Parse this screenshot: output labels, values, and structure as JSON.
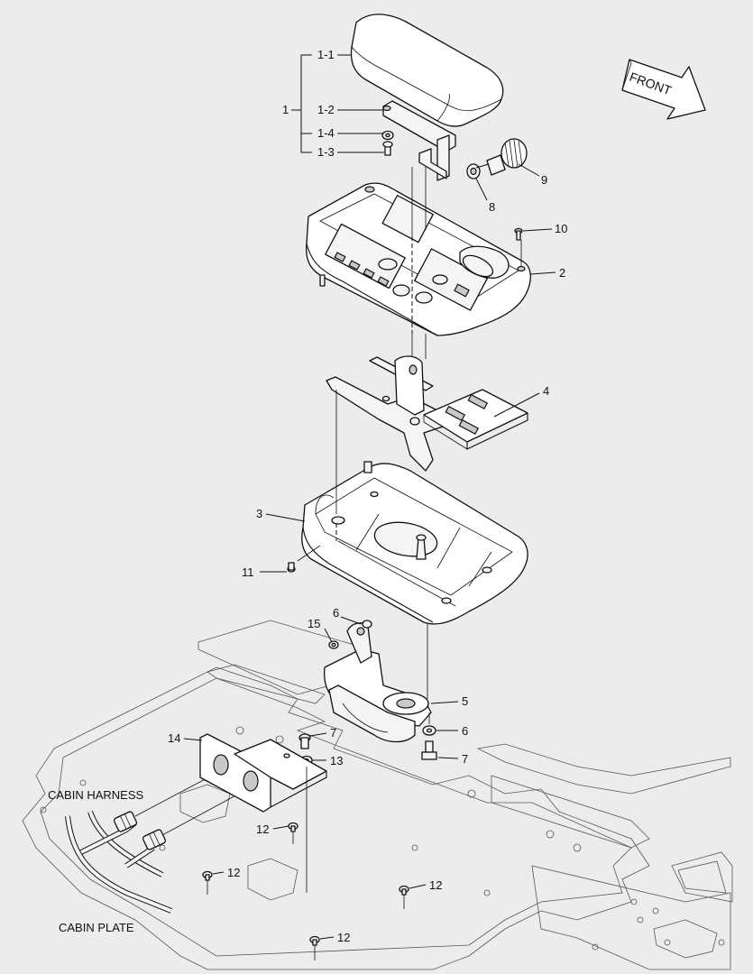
{
  "labels": {
    "front": "FRONT",
    "cabin_harness": "CABIN HARNESS",
    "cabin_plate": "CABIN PLATE",
    "p1": "1",
    "p1_1": "1-1",
    "p1_2": "1-2",
    "p1_3": "1-3",
    "p1_4": "1-4",
    "p2": "2",
    "p3": "3",
    "p4": "4",
    "p5": "5",
    "p6_a": "6",
    "p6_b": "6",
    "p7_a": "7",
    "p7_b": "7",
    "p8": "8",
    "p9": "9",
    "p10": "10",
    "p11": "11",
    "p12_a": "12",
    "p12_b": "12",
    "p12_c": "12",
    "p12_d": "12",
    "p13": "13",
    "p14": "14",
    "p15": "15"
  }
}
